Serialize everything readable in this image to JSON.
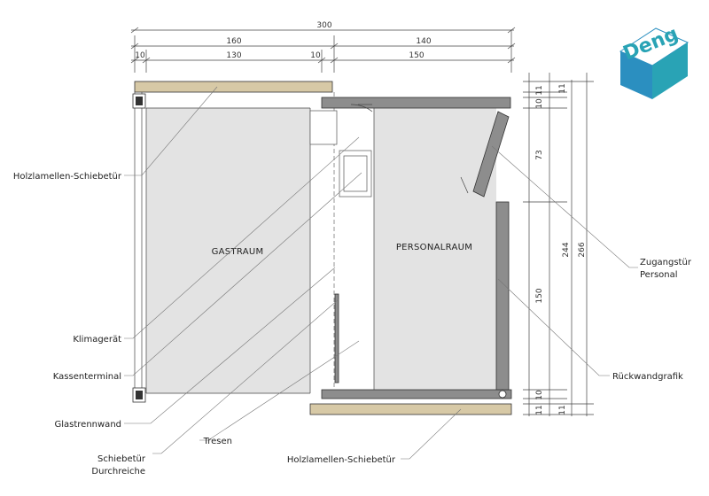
{
  "logo": {
    "text": "Deng",
    "top_color": "#ffffff",
    "side_color": "#29a3b5",
    "front_color": "#2b8fc0"
  },
  "colors": {
    "wall": "#8d8d8d",
    "wood": "#d7c9a6",
    "floor": "#e3e3e3"
  },
  "dimensions_top": {
    "total": "300",
    "left": "160",
    "right": "140",
    "seg1": "10",
    "seg2": "130",
    "seg3": "10",
    "seg4": "150"
  },
  "dimensions_right": {
    "a1": "11",
    "a2": "10",
    "a3": "73",
    "a4": "150",
    "a5": "10",
    "a6": "11",
    "b1": "11",
    "b2": "11",
    "inner": "244",
    "total": "266"
  },
  "rooms": {
    "left": "GASTRAUM",
    "right": "PERSONALRAUM"
  },
  "labels": {
    "sliding_door_top": "Holzlamellen-Schiebetür",
    "ac": "Klimagerät",
    "cash": "Kassenterminal",
    "glass": "Glastrennwand",
    "counter": "Tresen",
    "pass_line1": "Schiebetür",
    "pass_line2": "Durchreiche",
    "sliding_door_bottom": "Holzlamellen-Schiebetür",
    "access_line1": "Zugangstür",
    "access_line2": "Personal",
    "graphic": "Rückwandgrafik"
  }
}
